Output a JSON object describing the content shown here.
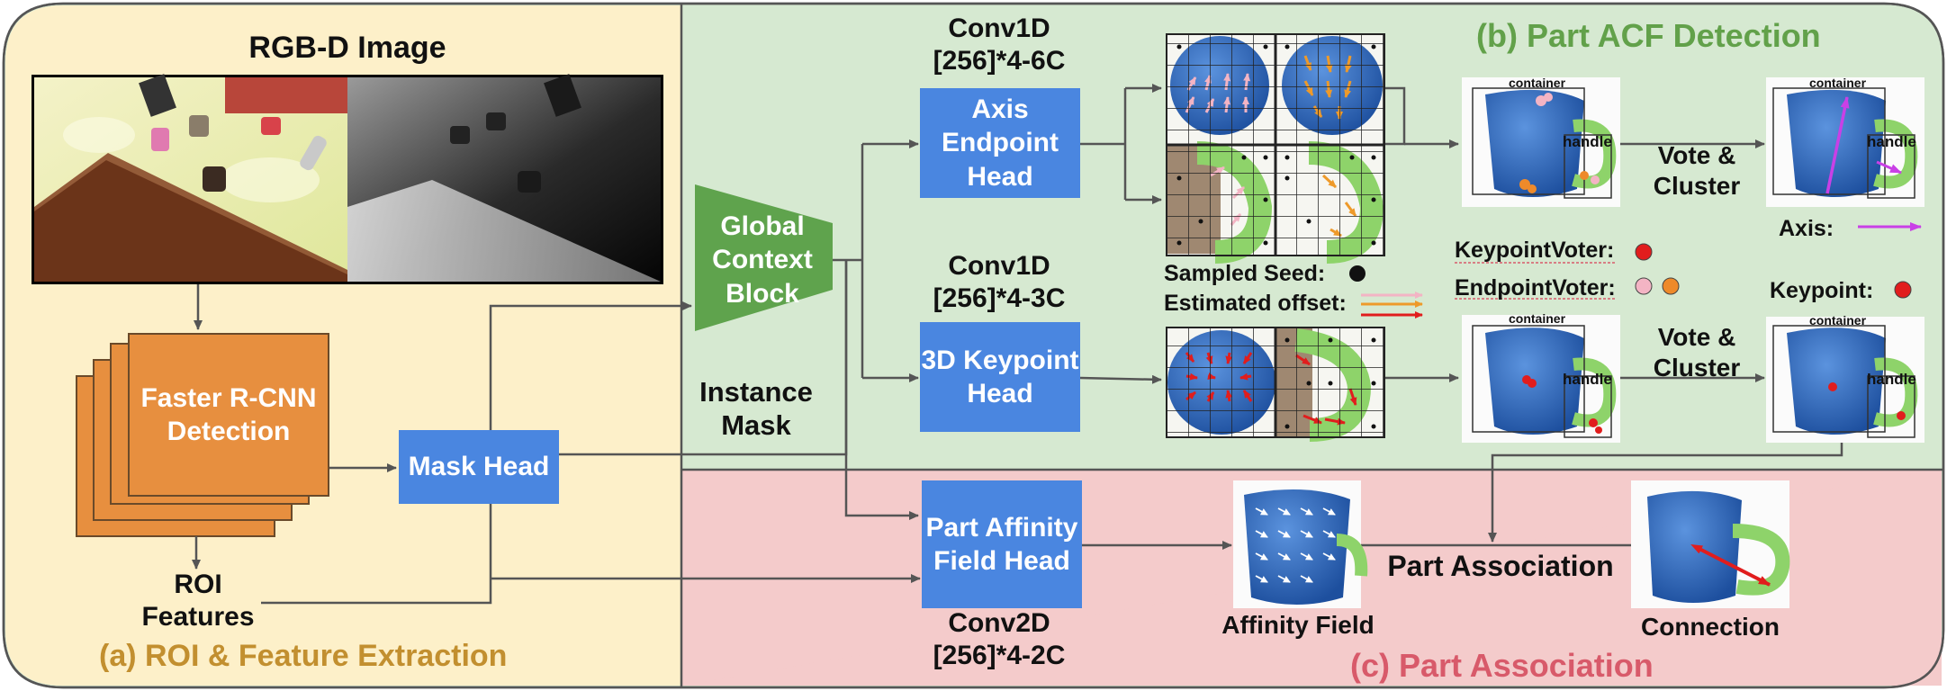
{
  "section_a": {
    "title": "(a)  ROI & Feature Extraction",
    "image_title": "RGB-D Image",
    "faster_rcnn": "Faster R-CNN Detection",
    "mask_head": "Mask Head",
    "roi_features": "ROI Features"
  },
  "section_b": {
    "title": "(b) Part ACF Detection",
    "global_context": "Global Context Block",
    "instance_mask": "Instance Mask",
    "conv_axis": "Conv1D [256]*4-6C",
    "axis_head": "Axis Endpoint Head",
    "conv_keypoint": "Conv1D [256]*4-3C",
    "keypoint_head": "3D Keypoint Head",
    "sampled_seed": "Sampled Seed:",
    "estimated_offset": "Estimated offset:",
    "keypoint_voter": "KeypointVoter:",
    "endpoint_voter": "EndpointVoter:",
    "vote_cluster": "Vote & Cluster",
    "axis_legend": "Axis:",
    "keypoint_legend": "Keypoint:",
    "container": "container",
    "handle": "handle"
  },
  "section_c": {
    "title": "(c) Part Association",
    "paf_head": "Part Affinity Field Head",
    "conv2d": "Conv2D [256]*4-2C",
    "affinity_field": "Affinity Field",
    "part_association": "Part Association",
    "connection": "Connection"
  },
  "colors": {
    "panel_a": "#fdf0c9",
    "panel_b": "#d6e9d1",
    "panel_c": "#f4cbcb",
    "blue_box": "#4a86e0",
    "orange_box": "#e78f3f",
    "green_block": "#5fa34d",
    "title_a": "#c28f2f",
    "title_b": "#62a14a",
    "title_c": "#d85a6a",
    "axis_arrow": "#c940e6",
    "keypoint_dot": "#e11d1d",
    "endpoint_pink": "#f3b4c4",
    "endpoint_orange": "#ee8a2a"
  }
}
